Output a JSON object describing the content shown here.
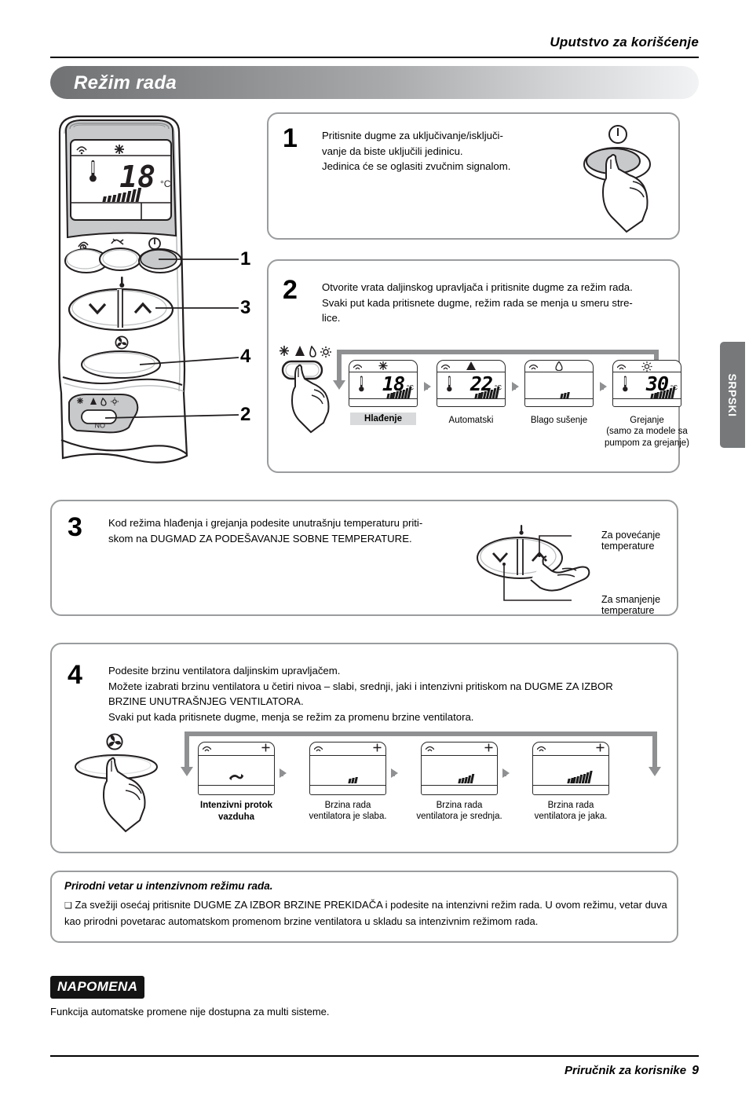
{
  "header": {
    "running_head": "Uputstvo za korišćenje",
    "title": "Režim rada"
  },
  "side_tab": {
    "label": "SRPSKI"
  },
  "colors": {
    "title_gradient_start": "#6f7173",
    "title_gradient_end": "#f2f3f4",
    "panel_border": "#9a9c9e",
    "flow_arrow": "#8e9092",
    "side_tab_bg": "#76787a",
    "highlight_chip": "#d9dadb",
    "napomena_bg": "#141414"
  },
  "remote": {
    "callouts": [
      "1",
      "3",
      "4",
      "2"
    ],
    "lcd": {
      "signal_icon": "signal-icon",
      "mode_icon": "snowflake-icon",
      "thermometer_icon": "thermometer-icon",
      "temperature": "18",
      "unit": "°C",
      "fan_bars": 8
    },
    "buttons": {
      "swing_icon": "swing-icon",
      "jet_icon": "jet-icon",
      "power_icon": "power-icon",
      "temp_down_icon": "chevron-down-icon",
      "temp_up_icon": "chevron-up-icon",
      "fan_icon": "fan-icon",
      "mode_icons": "snowflake-auto-dry-sun-icons",
      "on_label": "ON"
    }
  },
  "steps": [
    {
      "number": "1",
      "text": "Pritisnite dugme za uključivanje/isključi-\nvanje da biste uključili jedinicu.\nJedinica će se oglasiti zvučnim signalom.",
      "icon": "power-icon"
    },
    {
      "number": "2",
      "text": "Otvorite vrata daljinskog upravljača i pritisnite dugme za režim rada.\nSvaki put kada pritisnete dugme, režim rada se menja u smeru stre-\nlice.",
      "mode_button_icons": "snowflake-auto-dry-sun-icons",
      "modes": [
        {
          "label": "Hlađenje",
          "label_sub": "",
          "highlighted": true,
          "mode_icon": "snowflake-icon",
          "signal_icon": "signal-icon",
          "thermometer": true,
          "temperature": "18",
          "unit": "°C",
          "fan_bars": 8
        },
        {
          "label": "Automatski",
          "label_sub": "",
          "highlighted": false,
          "mode_icon": "auto-triangle-icon",
          "signal_icon": "signal-icon",
          "thermometer": true,
          "temperature": "22",
          "unit": "°C",
          "fan_bars": 8
        },
        {
          "label": "Blago sušenje",
          "label_sub": "",
          "highlighted": false,
          "mode_icon": "droplet-icon",
          "signal_icon": "signal-icon",
          "thermometer": false,
          "temperature": "",
          "unit": "",
          "fan_bars": 3
        },
        {
          "label": "Grejanje",
          "label_sub": "(samo za modele sa\npumpom za grejanje)",
          "highlighted": false,
          "mode_icon": "sun-icon",
          "signal_icon": "signal-icon",
          "thermometer": true,
          "temperature": "30",
          "unit": "°C",
          "fan_bars": 8
        }
      ]
    },
    {
      "number": "3",
      "text": "Kod režima hlađenja i grejanja podesite unutrašnju temperaturu priti-\nskom na DUGMAD ZA PODEŠAVANJE SOBNE TEMPERATURE.",
      "callout_up": "Za povećanje temperature",
      "callout_down": "Za smanjenje temperature",
      "up_icon": "chevron-up-icon",
      "down_icon": "chevron-down-icon",
      "thermometer_icon": "thermometer-icon"
    },
    {
      "number": "4",
      "text": "Podesite brzinu ventilatora daljinskim upravljačem.\nMožete izabrati brzinu ventilatora u četiri nivoa – slabi, srednji, jaki i intenzivni pritiskom na DUGME ZA IZBOR\nBRZINE UNUTRAŠNJEG VENTILATORA.\nSvaki put kada pritisnete dugme, menja se režim za promenu brzine ventilatora.",
      "fan_button_icon": "fan-icon",
      "speeds": [
        {
          "label": "Intenzivni protok vazduha",
          "label_sub": "",
          "highlighted": true,
          "signal_icon": "signal-icon",
          "plus_icon": "plus-icon",
          "swing_icon": "airflow-swing-icon",
          "fan_bars": 0
        },
        {
          "label": "Brzina rada",
          "label_sub": "ventilatora je slaba.",
          "highlighted": false,
          "signal_icon": "signal-icon",
          "plus_icon": "plus-icon",
          "swing_icon": "",
          "fan_bars": 3
        },
        {
          "label": "Brzina rada",
          "label_sub": "ventilatora je srednja.",
          "highlighted": false,
          "signal_icon": "signal-icon",
          "plus_icon": "plus-icon",
          "swing_icon": "",
          "fan_bars": 5
        },
        {
          "label": "Brzina rada",
          "label_sub": "ventilatora je jaka.",
          "highlighted": false,
          "signal_icon": "signal-icon",
          "plus_icon": "plus-icon",
          "swing_icon": "",
          "fan_bars": 8
        }
      ]
    }
  ],
  "note": {
    "title": "Prirodni vetar u intenzivnom režimu rada.",
    "bullet_glyph": "❑",
    "body": "Za svežiji osećaj pritisnite DUGME ZA IZBOR BRZINE PREKIDAČA i podesite na intenzivni režim rada. U ovom režimu, vetar duva kao prirodni povetarac automatskom promenom brzine ventilatora u skladu sa intenzivnim režimom rada."
  },
  "napomena": {
    "tag": "NAPOMENA",
    "text": "Funkcija automatske promene nije dostupna za multi sisteme."
  },
  "footer": {
    "label": "Priručnik za korisnike",
    "page": "9"
  }
}
